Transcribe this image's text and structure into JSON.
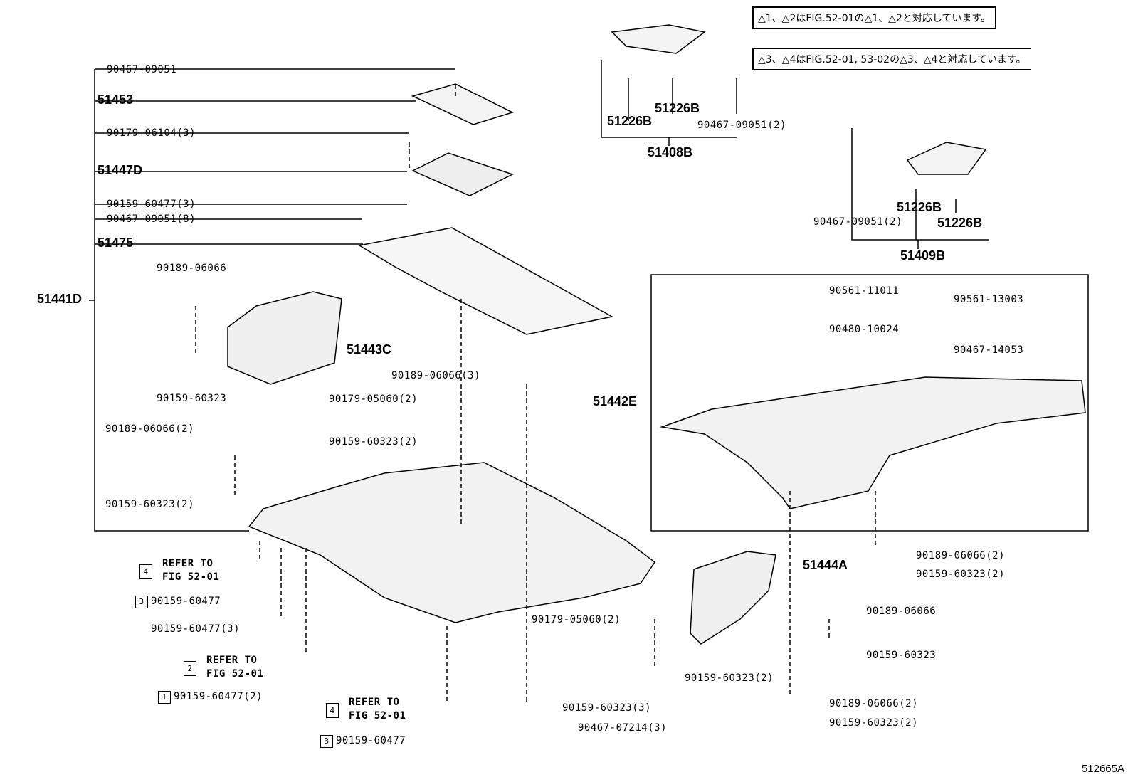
{
  "notes": [
    "△1、△2はFIG.52-01の△1、△2と対応しています。",
    "△3、△4はFIG.52-01, 53-02の△3、△4と対応しています。"
  ],
  "labels": [
    "90467-09051",
    "51453",
    "90179-06104(3)",
    "51447D",
    "90159-60477(3)",
    "90467-09051(8)",
    "51475",
    "90189-06066",
    "51441D",
    "51443C",
    "90159-60323",
    "90179-05060(2)",
    "90189-06066(3)",
    "90189-06066(2)",
    "90159-60323(2)",
    "90159-60323(2)",
    "90159-60477",
    "90159-60477(3)",
    "90159-60477(2)",
    "90159-60477",
    "90179-05060(2)",
    "90159-60323(3)",
    "90467-07214(3)",
    "90159-60323(2)",
    "51444A",
    "90189-06066(2)",
    "90159-60323(2)",
    "90189-06066",
    "90159-60323",
    "90189-06066(2)",
    "90159-60323(2)",
    "51442E",
    "90561-11011",
    "90561-13003",
    "90480-10024",
    "90467-14053",
    "51226B",
    "51226B",
    "90467-09051(2)",
    "51408B",
    "51226B",
    "90467-09051(2)",
    "51226B",
    "51409B"
  ],
  "refers": [
    {
      "tri": "4",
      "line1": "REFER TO",
      "line2": "FIG 52-01"
    },
    {
      "tri": "2",
      "line1": "REFER TO",
      "line2": "FIG 52-01"
    },
    {
      "tri": "4",
      "line1": "REFER TO",
      "line2": "FIG 52-01"
    }
  ],
  "triangles": {
    "a": "3",
    "b": "1",
    "c": "3"
  },
  "figure_code": "512665A"
}
